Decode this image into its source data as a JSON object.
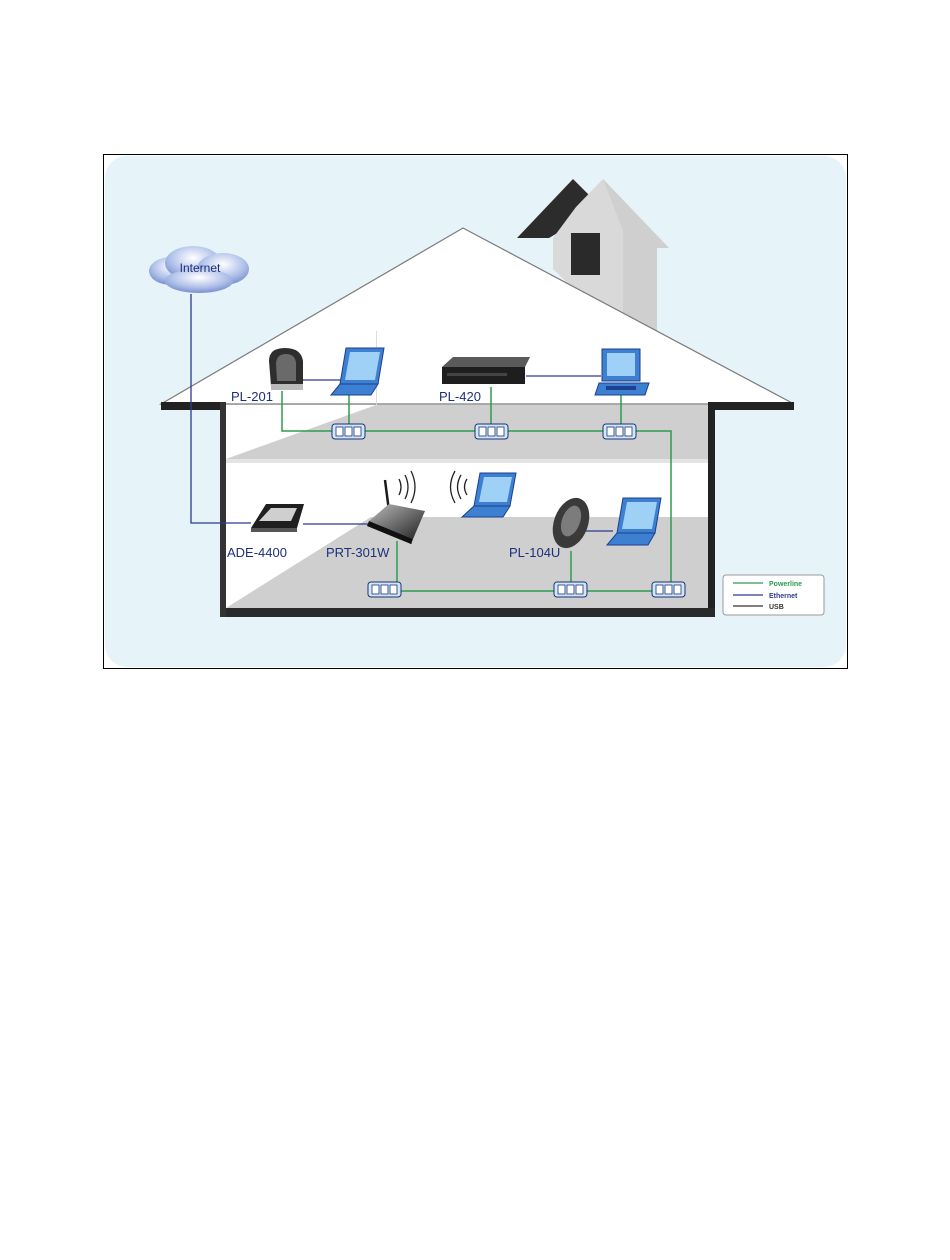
{
  "cloud": {
    "label": "Internet"
  },
  "devices": {
    "pl201": "PL-201",
    "pl420": "PL-420",
    "ade4400": "ADE-4400",
    "prt301w": "PRT-301W",
    "pl104u": "PL-104U"
  },
  "legend": {
    "items": [
      {
        "label": "Powerline",
        "color": "#2e9b4f"
      },
      {
        "label": "Ethernet",
        "color": "#2b3a8f"
      },
      {
        "label": "USB",
        "color": "#333333"
      }
    ]
  },
  "colors": {
    "background": "#e6f3f8",
    "powerline": "#2e9b4f",
    "ethernet": "#2b3a8f",
    "label": "#1d2f7c",
    "floor": "#c9c9c9",
    "wall": "#222222"
  }
}
